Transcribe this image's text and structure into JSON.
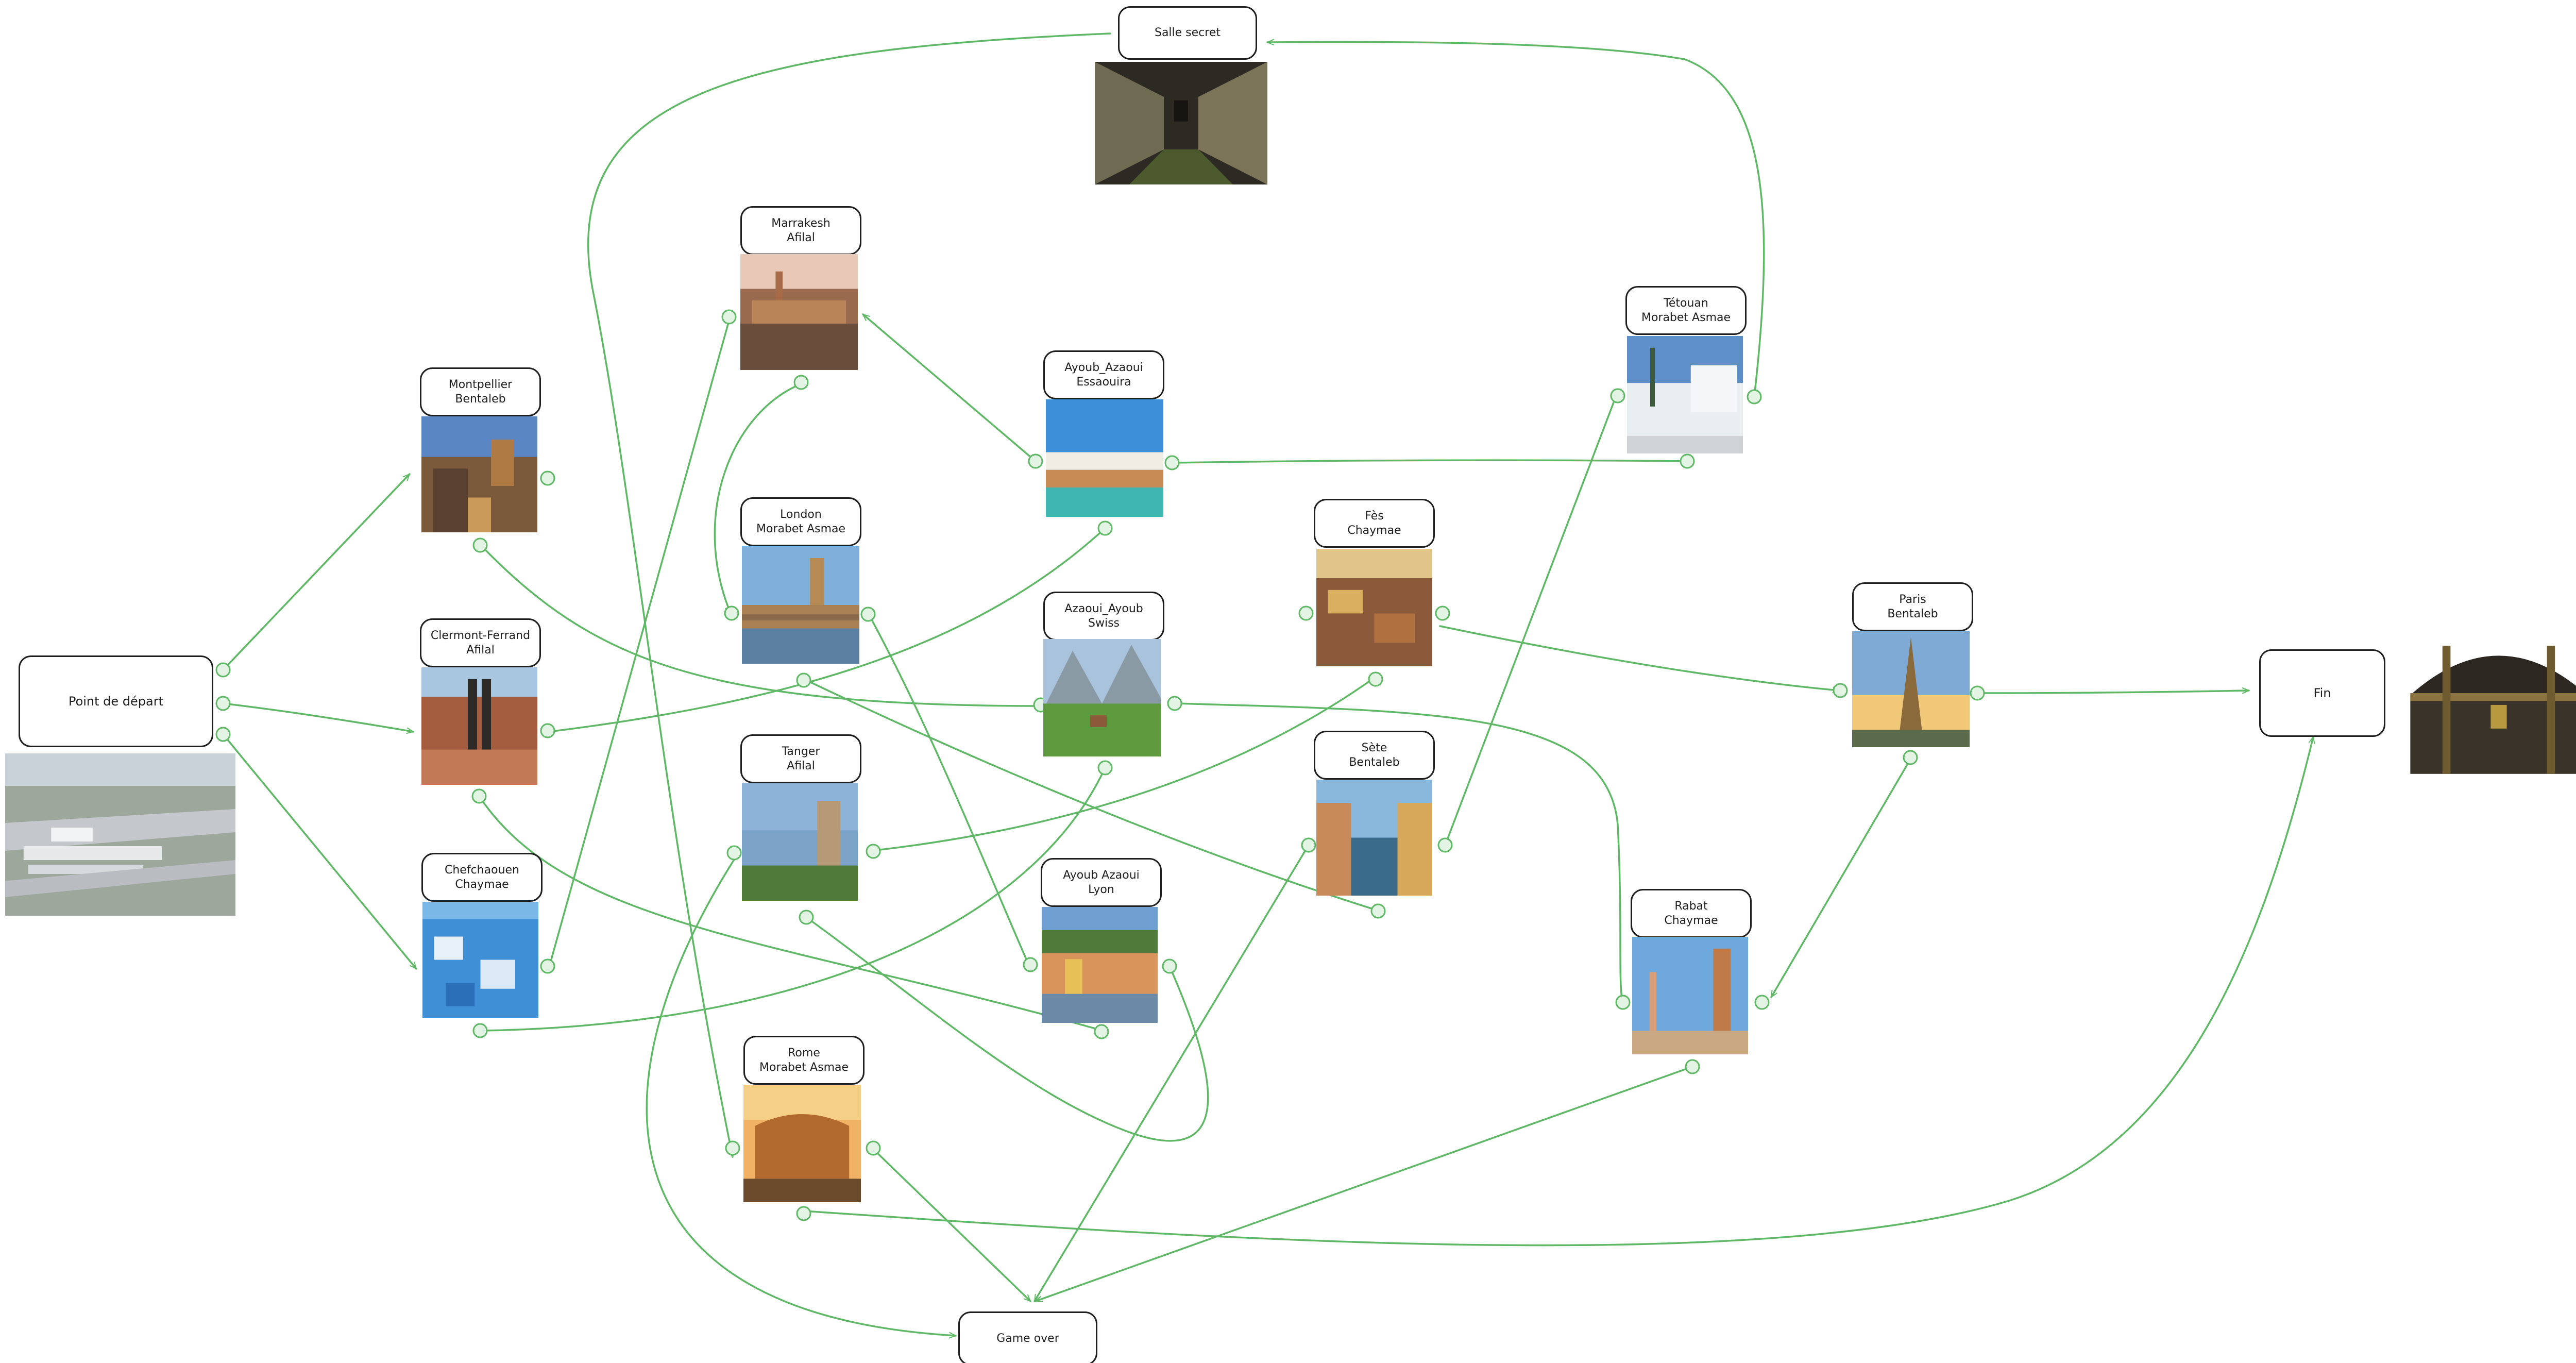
{
  "colors": {
    "edge": "#5fb865",
    "node_border": "#1e1e1e",
    "text": "#1e1e1e",
    "background": "#ffffff"
  },
  "nodes": {
    "start": {
      "label": "Point de départ"
    },
    "secret": {
      "label": "Salle secret"
    },
    "marrakesh": {
      "line1": "Marrakesh",
      "line2": "Afilal"
    },
    "montpellier": {
      "line1": "Montpellier",
      "line2": "Bentaleb"
    },
    "essaouira": {
      "line1": "Ayoub_Azaoui",
      "line2": "Essaouira"
    },
    "tetouan": {
      "line1": "Tétouan",
      "line2": "Morabet Asmae"
    },
    "london": {
      "line1": "London",
      "line2": "Morabet Asmae"
    },
    "fes": {
      "line1": "Fès",
      "line2": "Chaymae"
    },
    "clermont": {
      "line1": "Clermont-Ferrand",
      "line2": "Afilal"
    },
    "swiss": {
      "line1": "Azaoui_Ayoub",
      "line2": "Swiss"
    },
    "paris": {
      "line1": "Paris",
      "line2": "Bentaleb"
    },
    "fin": {
      "label": "Fin"
    },
    "tanger": {
      "line1": "Tanger",
      "line2": "Afilal"
    },
    "sete": {
      "line1": "Sète",
      "line2": "Bentaleb"
    },
    "chefchaouen": {
      "line1": "Chefchaouen",
      "line2": "Chaymae"
    },
    "lyon": {
      "line1": "Ayoub Azaoui",
      "line2": "Lyon"
    },
    "rabat": {
      "line1": "Rabat",
      "line2": "Chaymae"
    },
    "rome": {
      "line1": "Rome",
      "line2": "Morabet Asmae"
    },
    "gameover": {
      "label": "Game over"
    }
  },
  "images": [
    {
      "name": "airport-image",
      "subject": "airport aerial photo"
    },
    {
      "name": "secret-tunnel-image",
      "subject": "underground tunnel"
    },
    {
      "name": "marrakesh-image",
      "subject": "Marrakesh square"
    },
    {
      "name": "montpellier-image",
      "subject": "Montpellier city"
    },
    {
      "name": "essaouira-image",
      "subject": "Essaouira coast"
    },
    {
      "name": "tetouan-image",
      "subject": "Tétouan white buildings"
    },
    {
      "name": "london-image",
      "subject": "Big Ben"
    },
    {
      "name": "fes-image",
      "subject": "Fès tanneries"
    },
    {
      "name": "clermont-image",
      "subject": "Clermont-Ferrand cathedral"
    },
    {
      "name": "swiss-image",
      "subject": "Swiss mountain valley"
    },
    {
      "name": "paris-image",
      "subject": "Eiffel Tower"
    },
    {
      "name": "treasure-chest-image",
      "subject": "treasure chest"
    },
    {
      "name": "tanger-image",
      "subject": "Tanger coast"
    },
    {
      "name": "sete-image",
      "subject": "Sète canal"
    },
    {
      "name": "chefchaouen-image",
      "subject": "Chefchaouen blue city"
    },
    {
      "name": "lyon-image",
      "subject": "Lyon riverside"
    },
    {
      "name": "rabat-image",
      "subject": "Hassan Tower Rabat"
    },
    {
      "name": "rome-image",
      "subject": "Colosseum"
    }
  ]
}
